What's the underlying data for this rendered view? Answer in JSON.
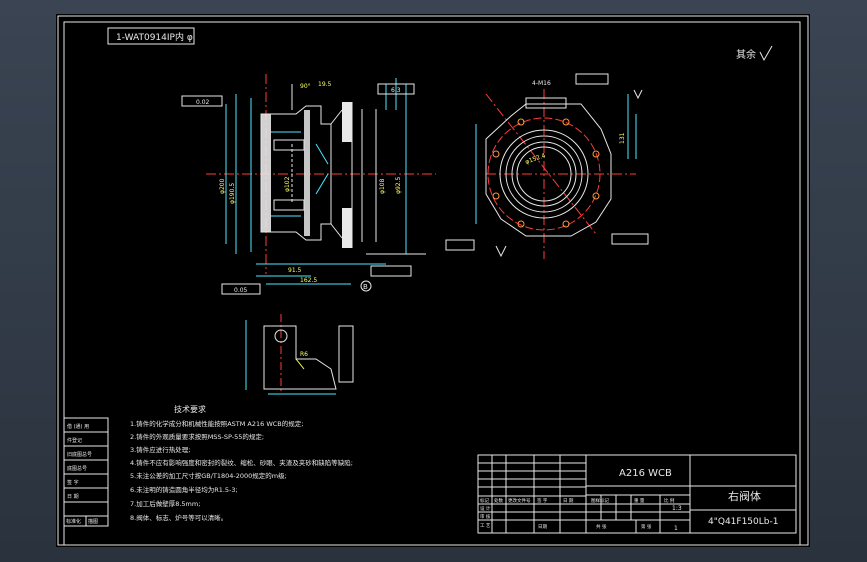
{
  "drawing": {
    "title_box": "1-WAT0914IP内 φ",
    "surface_note": "其余",
    "material": "A216 WCB",
    "part_name": "右阀体",
    "part_code": "4\"Q41F150Lb-1",
    "scale": "1:3",
    "page": "1",
    "section_label": "B",
    "tech_req_title": "技术要求",
    "tech_reqs": [
      "1.铸件的化学成分和机械性能按照ASTM A216 WCB的规定;",
      "2.铸件的外观质量要求按照MSS-SP-55的规定;",
      "3.铸件应进行热处理;",
      "4.铸件不应有影响强度和密封的裂纹、缩松、砂眼、夹渣及夹砂和缺陷等缺陷;",
      "5.未注公差的加工尺寸按GB/T1804-2000规定的m级;",
      "6.未注明的铸造圆角半径均为R1.5-3;",
      "7.加工后做壁厚8.5mm;",
      "8.阀体、标志、炉号等可以清晰。"
    ],
    "left_table": [
      "借 (通) 用",
      "件登记",
      "旧底图总号",
      "底图总号",
      "签 字",
      "日 期",
      "标准化",
      "描图"
    ],
    "title_block_labels": [
      "标记",
      "处数",
      "更改文件号",
      "签 字",
      "日 期",
      "设 计",
      "审 核",
      "工 艺",
      "图样标记",
      "重 量",
      "比 例",
      "共 张",
      "第 张",
      "日期"
    ],
    "dims": {
      "face_dia": "φ200",
      "outer_dia": "φ190.5",
      "bore_dia": "φ102",
      "flange_dia": "φ108",
      "seat_dia": "φ92.5",
      "len_a": "91.5",
      "len_b": "162.5",
      "angle": "90°",
      "wall": "19.5",
      "pcd": "φ152.4",
      "height": "131",
      "tol1": "0.02",
      "tol2": "0.05",
      "ra": "6.3",
      "chamfer": "R6",
      "thread": "4-M16"
    }
  }
}
